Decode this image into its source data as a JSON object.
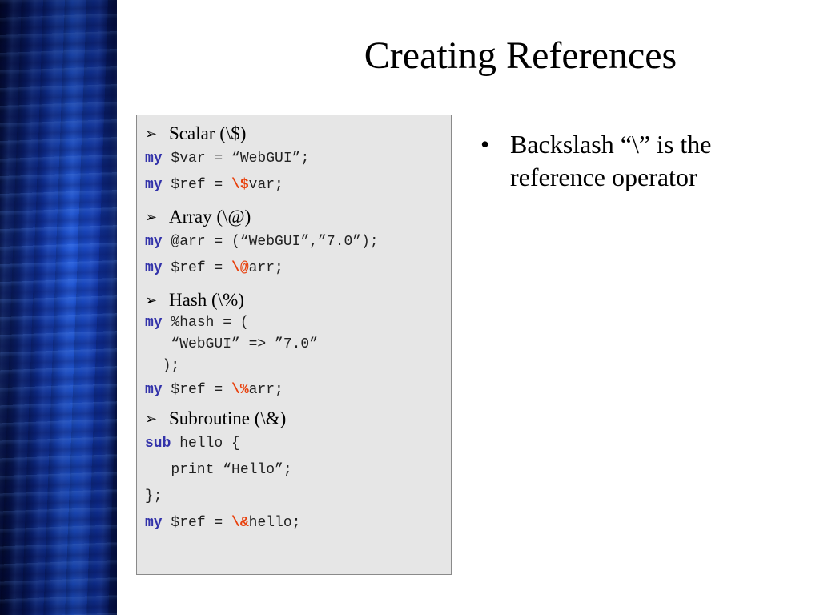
{
  "slide": {
    "title": "Creating References",
    "sections": [
      {
        "heading": "Scalar (\\$)",
        "lines": [
          {
            "kw": "my",
            "pre": " $var = “WebGUI”;",
            "op": "",
            "post": ""
          },
          {
            "kw": "my",
            "pre": " $ref = ",
            "op": "\\$",
            "post": "var;"
          }
        ]
      },
      {
        "heading": "Array (\\@)",
        "lines": [
          {
            "kw": "my",
            "pre": " @arr = (“WebGUI”,”7.0”);",
            "op": "",
            "post": ""
          },
          {
            "kw": "my",
            "pre": " $ref = ",
            "op": "\\@",
            "post": "arr;"
          }
        ]
      },
      {
        "heading": "Hash (\\%)",
        "lines": [
          {
            "kw": "my",
            "pre": " %hash = (",
            "op": "",
            "post": ""
          },
          {
            "kw": "",
            "pre": "   “WebGUI” => ”7.0”",
            "op": "",
            "post": ""
          },
          {
            "kw": "",
            "pre": "  );",
            "op": "",
            "post": ""
          },
          {
            "kw": "my",
            "pre": " $ref = ",
            "op": "\\%",
            "post": "arr;"
          }
        ]
      },
      {
        "heading": "Subroutine (\\&)",
        "lines": [
          {
            "kw": "sub",
            "pre": " hello {",
            "op": "",
            "post": ""
          },
          {
            "kw": "",
            "pre": "   print “Hello”;",
            "op": "",
            "post": ""
          },
          {
            "kw": "",
            "pre": "};",
            "op": "",
            "post": ""
          },
          {
            "kw": "my",
            "pre": " $ref = ",
            "op": "\\&",
            "post": "hello;"
          }
        ]
      }
    ],
    "bullet": {
      "marker": "•",
      "text": "Backslash “\\” is the reference operator"
    },
    "arrow_icon": "➢",
    "colors": {
      "keyword": "#3333aa",
      "operator": "#e8400c",
      "code_background": "#e6e6e6",
      "band": "#1e56d6"
    }
  }
}
